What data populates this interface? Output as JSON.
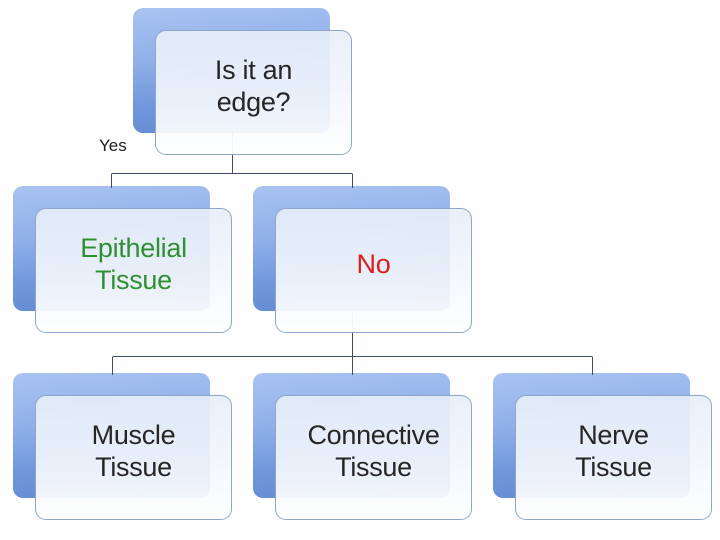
{
  "slide": {
    "background_color": "#fefefe"
  },
  "diagram": {
    "type": "decision-flowchart",
    "colors": {
      "node_back_top": "#aac4f1",
      "node_back_bottom": "#5f87d1",
      "node_front_border": "#8fa6c8",
      "connector": "#414d63",
      "default_text": "#262626",
      "yes_branch_text": "#2e9031",
      "no_branch_text": "#dd1d1d"
    },
    "nodes": {
      "root": {
        "label": "Is it an\nedge?",
        "text_color": "#262626"
      },
      "epithelial": {
        "label": "Epithelial\nTissue",
        "text_color": "#2e9031"
      },
      "no": {
        "label": "No",
        "text_color": "#dd1d1d"
      },
      "muscle": {
        "label": "Muscle\nTissue",
        "text_color": "#262626"
      },
      "connective": {
        "label": "Connective\nTissue",
        "text_color": "#262626"
      },
      "nerve": {
        "label": "Nerve\nTissue",
        "text_color": "#262626"
      }
    },
    "edges": {
      "yes_label": "Yes",
      "root_children": [
        "epithelial",
        "no"
      ],
      "no_children": [
        "muscle",
        "connective",
        "nerve"
      ]
    }
  }
}
